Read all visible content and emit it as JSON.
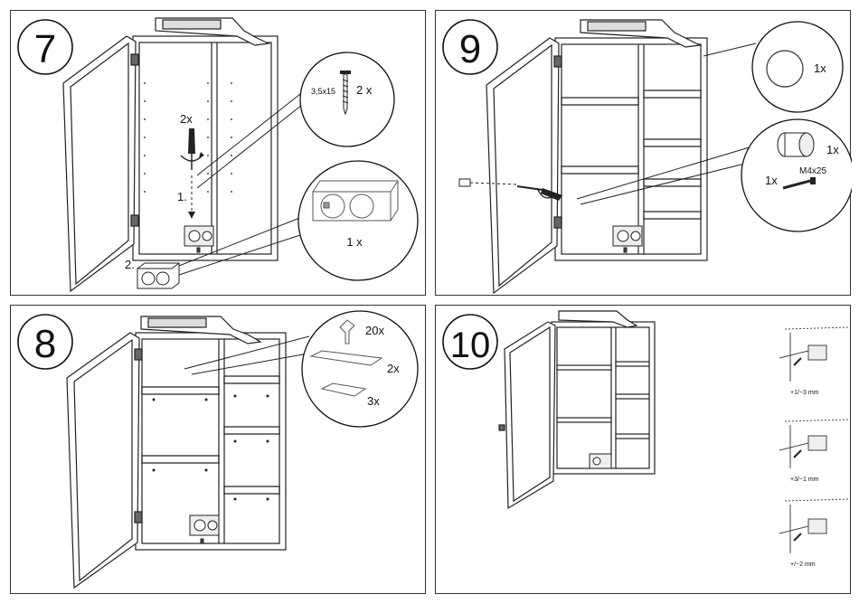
{
  "panels": [
    {
      "step": "7",
      "labels": {
        "screw_count": "2x",
        "marker_1": "1.",
        "marker_2": "2.",
        "screw_size": "3,5x15",
        "screw_qty": "2 x",
        "box_qty": "1 x"
      }
    },
    {
      "step": "9",
      "labels": {
        "knob_qty": "1x",
        "knob2_qty": "1x",
        "bolt_qty": "1x",
        "bolt_size": "M4x25"
      }
    },
    {
      "step": "8",
      "labels": {
        "peg_qty": "20x",
        "shelf_large_qty": "2x",
        "shelf_small_qty": "3x"
      }
    },
    {
      "step": "10",
      "labels": {
        "adj_1": "+1/−3 mm",
        "adj_2": "+3/−1 mm",
        "adj_3": "+/−2 mm"
      }
    }
  ]
}
